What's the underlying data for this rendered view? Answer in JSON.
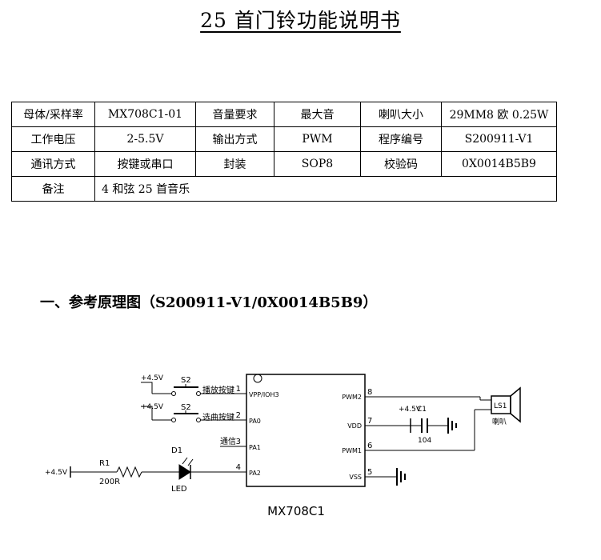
{
  "title": "25 首门铃功能说明书",
  "spec_table": {
    "rows": [
      [
        "母体/采样率",
        "MX708C1-01",
        "音量要求",
        "最大音",
        "喇叭大小",
        "29MM8 欧 0.25W"
      ],
      [
        "工作电压",
        "2-5.5V",
        "输出方式",
        "PWM",
        "程序编号",
        "S200911-V1"
      ],
      [
        "通讯方式",
        "按键或串口",
        "封装",
        "SOP8",
        "校验码",
        "0X0014B5B9"
      ]
    ],
    "note_label": "备注",
    "note_value": "4 和弦 25 首音乐"
  },
  "section_heading": "一、参考原理图（S200911-V1/0X0014B5B9）",
  "schematic": {
    "chip_name": "MX708C1",
    "left_pins": [
      {
        "num": "1",
        "name": "VPP/IOH3"
      },
      {
        "num": "2",
        "name": "PA0"
      },
      {
        "num": "3",
        "name": "PA1"
      },
      {
        "num": "4",
        "name": "PA2"
      }
    ],
    "right_pins": [
      {
        "num": "8",
        "name": "PWM2"
      },
      {
        "num": "7",
        "name": "VDD"
      },
      {
        "num": "6",
        "name": "PWM1"
      },
      {
        "num": "5",
        "name": "VSS"
      }
    ],
    "sw1": {
      "supply": "+4.5V",
      "ref": "S2",
      "label": "播放按键"
    },
    "sw2": {
      "supply": "+4.5V",
      "ref": "S2",
      "label": "选曲按键"
    },
    "pa1_label": "通信",
    "led": {
      "ref": "D1",
      "name": "LED"
    },
    "resistor": {
      "supply": "+4.5V",
      "ref": "R1",
      "value": "200R"
    },
    "capacitor": {
      "supply": "+4.5V",
      "ref": "C1",
      "value": "104"
    },
    "speaker": {
      "ref": "LS1",
      "name": "喇叭"
    }
  }
}
